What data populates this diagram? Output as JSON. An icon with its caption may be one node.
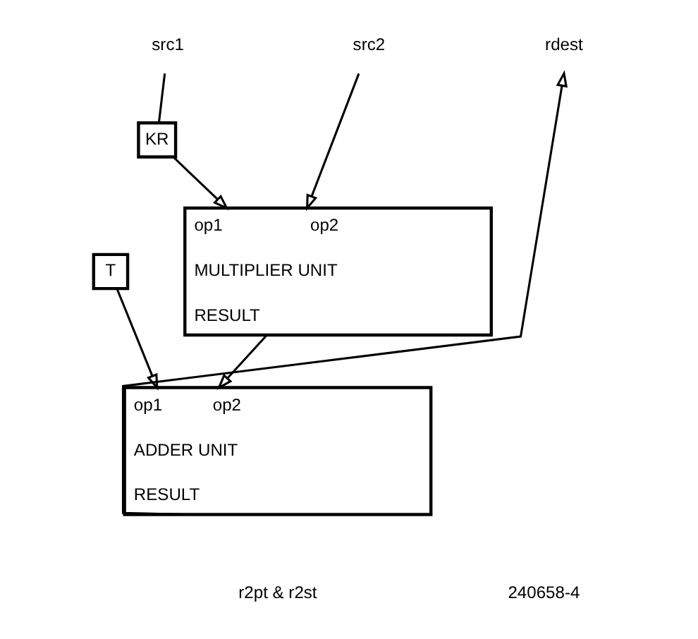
{
  "diagram": {
    "nodes": [
      {
        "text": [
          "src1"
        ]
      },
      {
        "text": [
          "src2"
        ]
      },
      {
        "text": [
          "rdest"
        ]
      },
      {
        "text": [
          "KR"
        ]
      },
      {
        "text": [
          "op1",
          "op2",
          "MULTIPLIER UNIT",
          "RESULT"
        ]
      },
      {
        "text": [
          "T"
        ]
      },
      {
        "text": [
          "op1",
          "op2",
          "ADDER UNIT",
          "RESULT"
        ]
      }
    ],
    "edges": [
      {
        "from": 0,
        "to": 3,
        "arrow": "none"
      },
      {
        "from": 3,
        "to": 4,
        "arrow": "to"
      },
      {
        "from": 1,
        "to": 4,
        "arrow": "to"
      },
      {
        "from": 4,
        "to": 6,
        "arrow": "to"
      },
      {
        "from": 5,
        "to": 6,
        "arrow": "to"
      },
      {
        "from": 6,
        "to": 2,
        "arrow": "to"
      }
    ],
    "labels": [
      "r2pt & r2st",
      "240658-4"
    ]
  }
}
